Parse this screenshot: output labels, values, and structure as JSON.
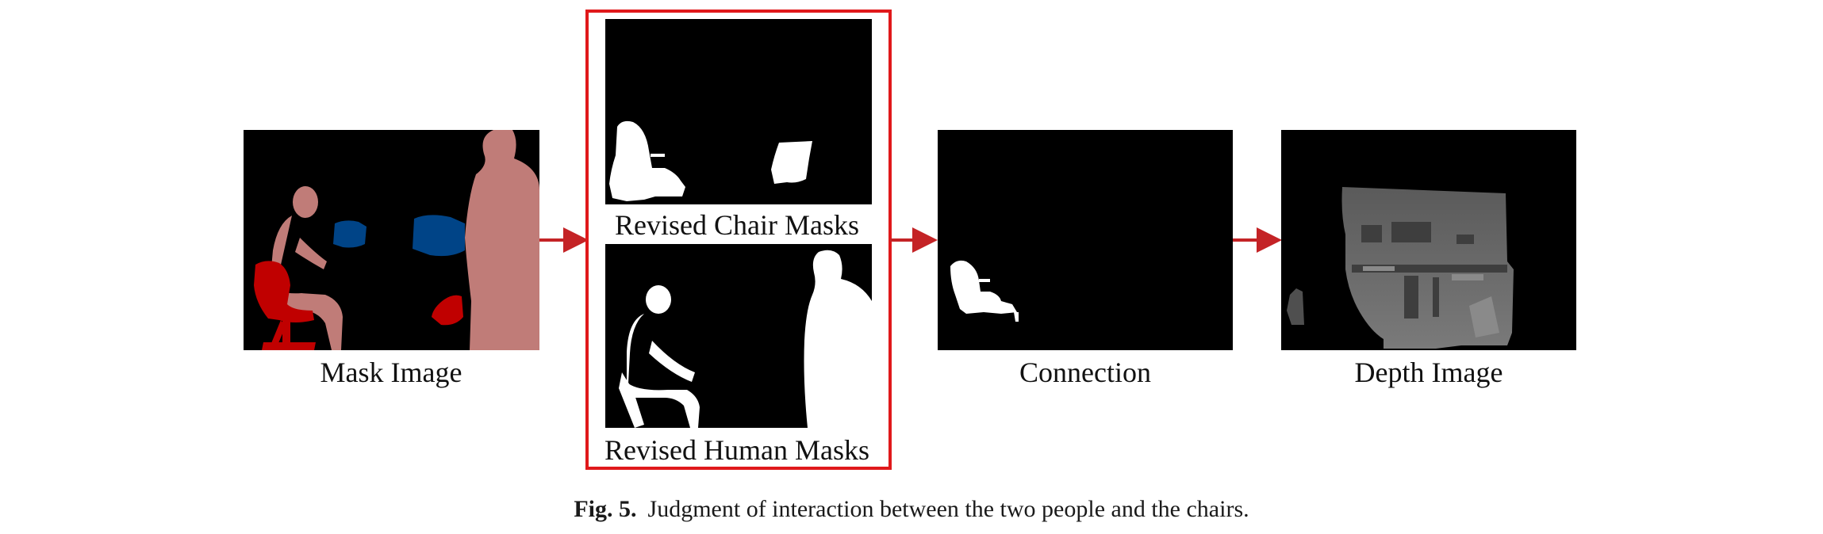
{
  "figure": {
    "panels": {
      "mask_image": "Mask Image",
      "revised_chair_masks": "Revised Chair Masks",
      "revised_human_masks": "Revised Human Masks",
      "connection": "Connection",
      "depth_image": "Depth Image"
    },
    "caption_label": "Fig. 5.",
    "caption_text": "Judgment of interaction between the two people and the chairs."
  },
  "colors": {
    "human_mask": "#C07C78",
    "chair_mask": "#C00000",
    "object_mask": "#004487",
    "highlight_frame": "#E0191B",
    "arrow": "#C42326",
    "depth_foreground": "#6E6E6E"
  }
}
